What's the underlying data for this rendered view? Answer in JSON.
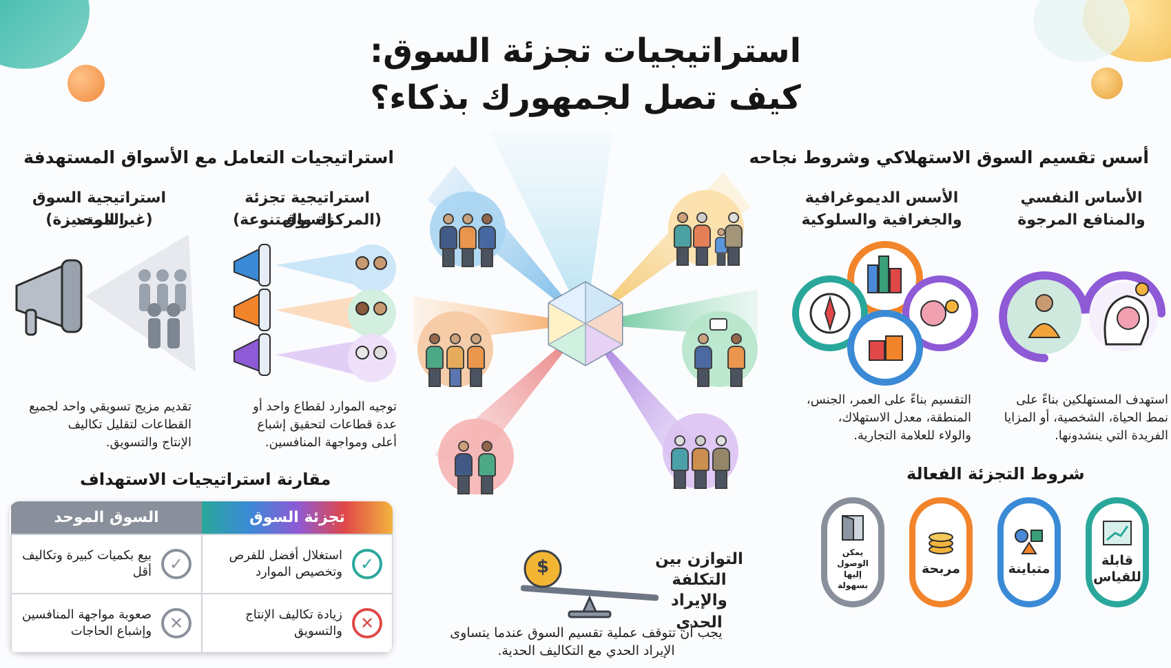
{
  "title": {
    "line1": "استراتيجيات تجزئة السوق:",
    "line2": "كيف تصل لجمهورك بذكاء؟"
  },
  "right_section": {
    "heading": "أسس تقسيم السوق الاستهلاكي وشروط نجاحه",
    "psychographic": {
      "title_line1": "الأساس النفسي",
      "title_line2": "والمنافع المرجوة",
      "text_line1": "استهدف المستهلكين بناءً على",
      "text_line2": "نمط الحياة، الشخصية، أو المزايا",
      "text_line3": "الفريدة التي ينشدونها."
    },
    "demographic": {
      "title_line1": "الأسس الديموغرافية",
      "title_line2": "والجغرافية والسلوكية",
      "text_line1": "التقسيم بناءً على العمر، الجنس،",
      "text_line2": "المنطقة، معدل الاستهلاك،",
      "text_line3": "والولاء للعلامة التجارية."
    },
    "conditions_heading": "شروط التجزئة الفعالة",
    "conditions": [
      {
        "label": "قابلة للقياس",
        "icon": "ruler-chart-icon",
        "color": "#2aa79b"
      },
      {
        "label": "متباينة",
        "icon": "shapes-icon",
        "color": "#3b8ad6"
      },
      {
        "label": "مربحة",
        "icon": "coins-icon",
        "color": "#f2842b"
      },
      {
        "label": "يمكن الوصول إليها بسهولة",
        "icon": "door-icon",
        "color": "#8a909b"
      }
    ]
  },
  "left_section": {
    "heading": "استراتيجيات التعامل مع الأسواق المستهدفة",
    "segmentation": {
      "title_line1": "استراتيجية تجزئة السوق",
      "title_line2": "(المركزة والمتنوعة)",
      "text_line1": "توجيه الموارد لقطاع واحد أو",
      "text_line2": "عدة قطاعات لتحقيق إشباع",
      "text_line3": "أعلى ومواجهة المنافسين."
    },
    "unified": {
      "title_line1": "استراتيجية السوق الموحد",
      "title_line2": "(غير المتميزة)",
      "text_line1": "تقديم مزيج تسويقي واحد لجميع",
      "text_line2": "القطاعات لتقليل تكاليف",
      "text_line3": "الإنتاج والتسويق."
    },
    "comparison_heading": "مقارنة استراتيجيات الاستهداف",
    "table": {
      "col_segmentation": "تجزئة السوق",
      "col_unified": "السوق الموحد",
      "pro_segmentation": "استغلال أفضل للفرص وتخصيص الموارد",
      "pro_unified": "بيع بكميات كبيرة وتكاليف أقل",
      "con_segmentation": "زيادة تكاليف الإنتاج والتسويق",
      "con_unified": "صعوبة مواجهة المنافسين وإشباع الحاجات"
    }
  },
  "center": {
    "balance_line1": "التوازن بين",
    "balance_line2": "التكلفة",
    "balance_line3": "والإيراد الحدي",
    "stop_line1": "يجب أن تتوقف عملية تقسيم السوق عندما يتساوى",
    "stop_line2": "الإيراد الحدي مع التكاليف الحدية.",
    "coin_symbol": "$"
  },
  "colors": {
    "teal": "#2aa79b",
    "blue": "#3b8ad6",
    "orange": "#f2842b",
    "purple": "#8e5ad6",
    "red": "#e04848",
    "green": "#3fb27f",
    "gray": "#8a909b"
  }
}
